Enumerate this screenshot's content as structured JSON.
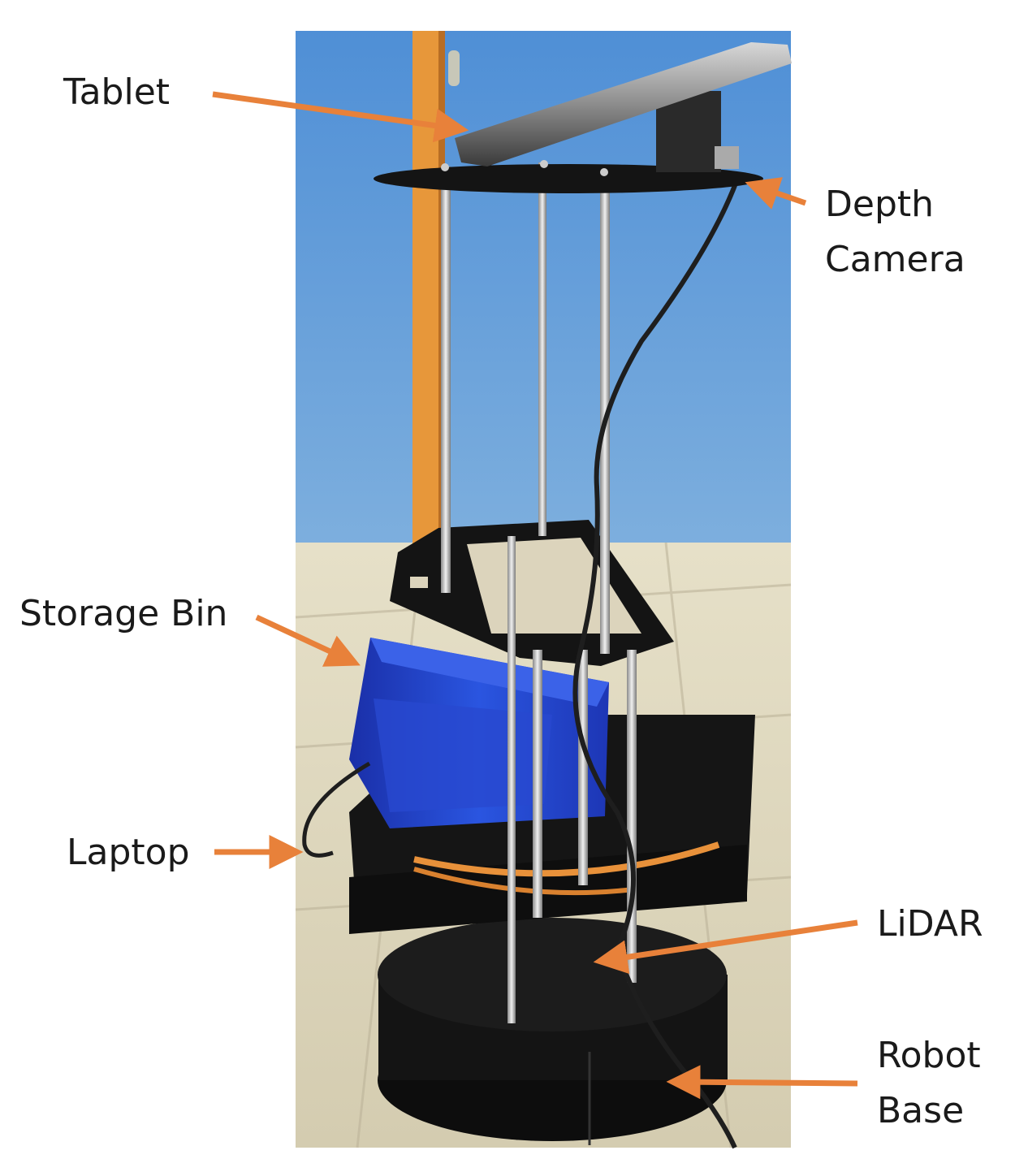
{
  "labels": {
    "tablet": "Tablet",
    "depth_camera_line1": "Depth",
    "depth_camera_line2": "Camera",
    "storage_bin": "Storage Bin",
    "laptop": "Laptop",
    "lidar": "LiDAR",
    "robot_base_line1": "Robot",
    "robot_base_line2": "Base"
  },
  "colors": {
    "arrow": "#e8813a",
    "wall": "#6aa0d8",
    "floor": "#ddd6bd",
    "bin": "#1f3fc4",
    "robot": "#111111"
  }
}
